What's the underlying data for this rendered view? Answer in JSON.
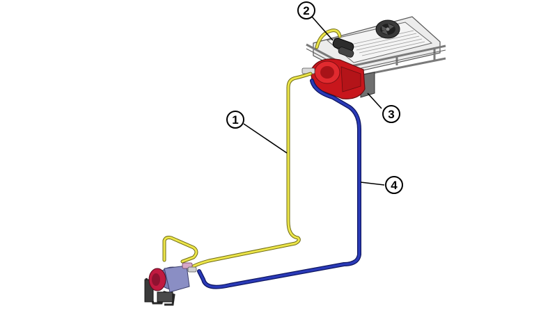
{
  "callouts": [
    {
      "id": "1",
      "label": "1"
    },
    {
      "id": "2",
      "label": "2"
    },
    {
      "id": "3",
      "label": "3"
    },
    {
      "id": "4",
      "label": "4"
    }
  ],
  "colors": {
    "liquid_line": "#e8e14a",
    "suction_line": "#1f2fa8",
    "evaporator_housing": "#d11a1f",
    "frame": "#b9b9b9",
    "fan": "#2b2b2b",
    "compressor_clutch": "#c01a40",
    "compressor_body": "#7b7fb6"
  }
}
